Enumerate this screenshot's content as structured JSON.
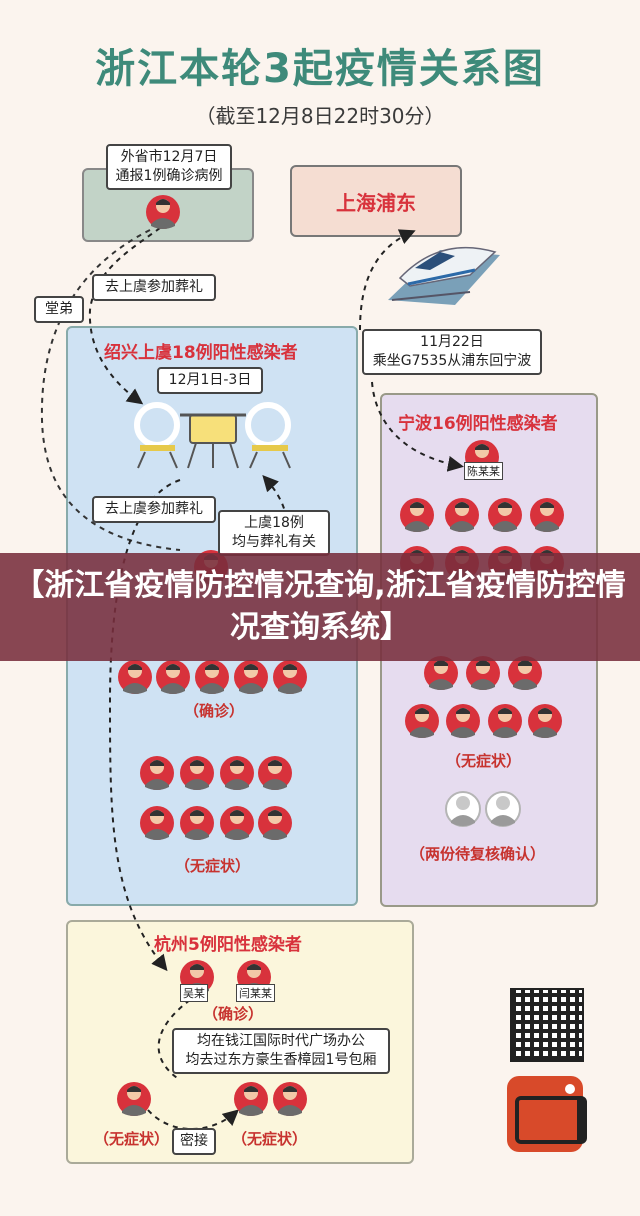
{
  "title": "浙江本轮3起疫情关系图",
  "subtitle": "（截至12月8日22时30分）",
  "top_case": {
    "text_line1": "外省市12月7日",
    "text_line2": "通报1例确诊病例"
  },
  "shanghai": {
    "label": "上海浦东"
  },
  "relations": {
    "cousin": "堂弟",
    "funeral_1": "去上虞参加葬礼",
    "funeral_2": "去上虞参加葬礼",
    "train_line1": "11月22日",
    "train_line2": "乘坐G7535从浦东回宁波",
    "shangyu_18_line1": "上虞18例",
    "shangyu_18_line2": "均与葬礼有关",
    "close_contact": "密接",
    "hangzhou_office_line1": "均在钱江国际时代广场办公",
    "hangzhou_office_line2": "均去过东方豪生香樟园1号包厢"
  },
  "shaoxing": {
    "title": "绍兴上虞18例阳性感染者",
    "date": "12月1日-3日",
    "confirmed": "（确诊）",
    "asymptomatic": "（无症状）"
  },
  "ningbo": {
    "title": "宁波16例阳性感染者",
    "person": "陈某某",
    "asymptomatic": "（无症状）",
    "pending": "（两份待复核确认）"
  },
  "hangzhou": {
    "title": "杭州5例阳性感染者",
    "person1": "吴某",
    "person2": "闫某某",
    "confirmed": "（确诊）",
    "asymptomatic_left": "（无症状）",
    "asymptomatic_right": "（无症状）"
  },
  "banner": {
    "text": "【浙江省疫情防控情况查询,浙江省疫情防控情况查询系统】"
  },
  "colors": {
    "teal": "#3e8a7a",
    "red": "#d8323c",
    "blue_region": "#cfe2f3",
    "purple_region": "#e6dcef",
    "yellow_region": "#fbf6dc"
  }
}
